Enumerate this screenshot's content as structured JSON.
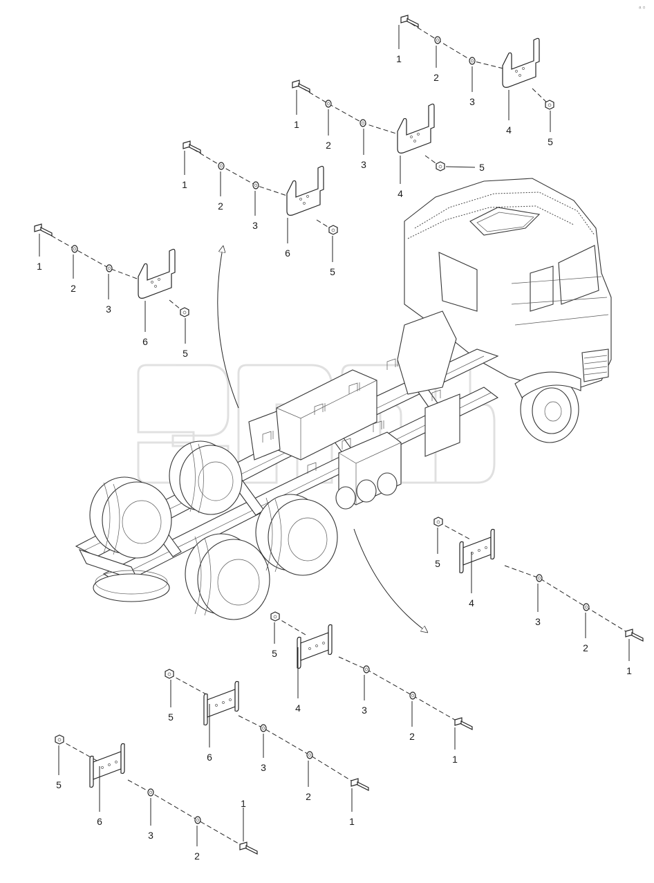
{
  "corner_mark": "ₐ  ₒ",
  "watermark_text": "",
  "label_set_upper": [
    "1",
    "2",
    "3",
    "4",
    "5"
  ],
  "label_set_lower": [
    "1",
    "2",
    "3",
    "6",
    "5"
  ],
  "groups": [
    {
      "id": "a",
      "labels": {
        "bolt": "1",
        "washer_a": "2",
        "washer_b": "3",
        "bracket": "4",
        "nut": "5"
      }
    },
    {
      "id": "b",
      "labels": {
        "bolt": "1",
        "washer_a": "2",
        "washer_b": "3",
        "bracket": "4",
        "nut": "5"
      }
    },
    {
      "id": "c",
      "labels": {
        "bolt": "1",
        "washer_a": "2",
        "washer_b": "3",
        "bracket": "6",
        "nut": "5"
      }
    },
    {
      "id": "d",
      "labels": {
        "bolt": "1",
        "washer_a": "2",
        "washer_b": "3",
        "bracket": "6",
        "nut": "5"
      }
    },
    {
      "id": "e",
      "labels": {
        "bolt": "1",
        "washer_a": "2",
        "washer_b": "3",
        "bracket": "4",
        "nut": "5"
      }
    },
    {
      "id": "f",
      "labels": {
        "bolt": "1",
        "washer_a": "2",
        "washer_b": "3",
        "bracket": "4",
        "nut": "5"
      }
    },
    {
      "id": "g",
      "labels": {
        "bolt": "1",
        "washer_a": "2",
        "washer_b": "3",
        "bracket": "6",
        "nut": "5"
      }
    },
    {
      "id": "h",
      "labels": {
        "bolt": "1",
        "washer_a": "2",
        "washer_b": "3",
        "bracket": "6",
        "nut": "5"
      }
    }
  ],
  "colors": {
    "line": "#222222",
    "background": "#ffffff",
    "watermark": "#c8c8c8"
  }
}
